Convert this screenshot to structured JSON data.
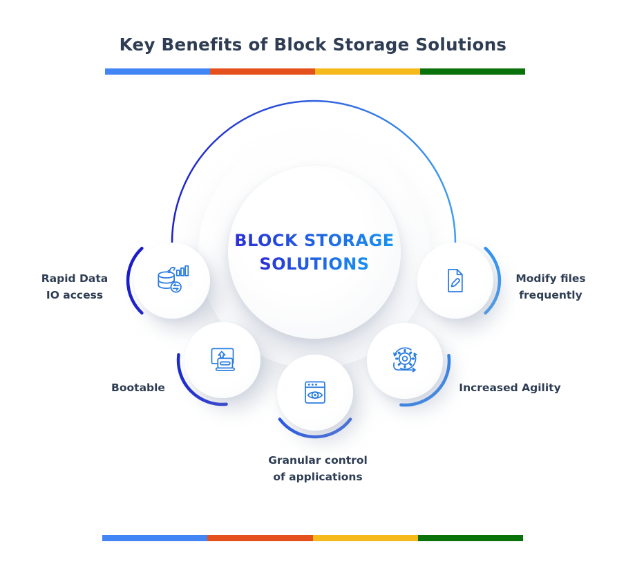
{
  "title": "Key Benefits of Block Storage Solutions",
  "center": {
    "line1": "BLOCK STORAGE",
    "line2": "SOLUTIONS"
  },
  "benefits": [
    {
      "label_line1": "Rapid Data",
      "label_line2": "IO access",
      "icon": "database-io-icon"
    },
    {
      "label_line1": "Bootable",
      "label_line2": "",
      "icon": "bootable-drive-icon"
    },
    {
      "label_line1": "Granular control",
      "label_line2": "of applications",
      "icon": "app-visibility-icon"
    },
    {
      "label_line1": "Increased Agility",
      "label_line2": "",
      "icon": "agile-gear-icon"
    },
    {
      "label_line1": "Modify files",
      "label_line2": "frequently",
      "icon": "file-edit-icon"
    }
  ],
  "colors": {
    "title-color": "#2e3d53",
    "label-color": "#2e3d53",
    "icon-stroke": "#2a7ce0",
    "bar-blue": "#4285F4",
    "bar-red": "#E5511D",
    "bar-yellow": "#F5B91C",
    "bar-green": "#0A720A",
    "arc-grad-start": "#1f22cb",
    "arc-grad-end": "#3f9ef0",
    "text-grad-start": "#2a2fd6",
    "text-grad-end": "#1793f0",
    "arc-rapid": "#1b1dca",
    "arc-bootable": "#1c2bd1",
    "arc-granular": "#2356e3",
    "arc-agility": "#1d79ee",
    "arc-modify": "#3093f3"
  }
}
